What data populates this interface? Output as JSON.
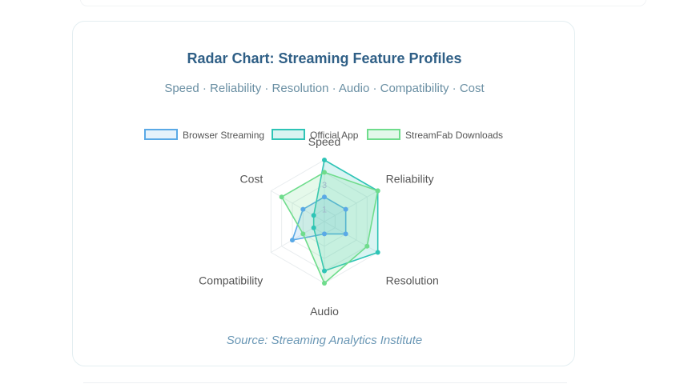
{
  "chart_data": {
    "type": "radar",
    "title": "Radar Chart: Streaming Feature Profiles",
    "subtitle": "Speed · Reliability · Resolution · Audio · Compatibility · Cost",
    "axes": [
      "Speed",
      "Reliability",
      "Resolution",
      "Audio",
      "Compatibility",
      "Cost"
    ],
    "rlim": [
      0,
      5
    ],
    "tick_labels": [
      "1",
      "3"
    ],
    "legend_position": "top",
    "series": [
      {
        "name": "Browser Streaming",
        "values": [
          2,
          2,
          2,
          1,
          3,
          2
        ],
        "color": "#5aa9e6",
        "fill": "#e6f2fb"
      },
      {
        "name": "Official App",
        "values": [
          5,
          5,
          5,
          4,
          1,
          1
        ],
        "color": "#2ec4b6",
        "fill": "#d9f4f1"
      },
      {
        "name": "StreamFab Downloads",
        "values": [
          4,
          5,
          4,
          5,
          2,
          4
        ],
        "color": "#6fdc8c",
        "fill": "#e3f8ea"
      }
    ],
    "source": "Source: Streaming Analytics Institute"
  }
}
